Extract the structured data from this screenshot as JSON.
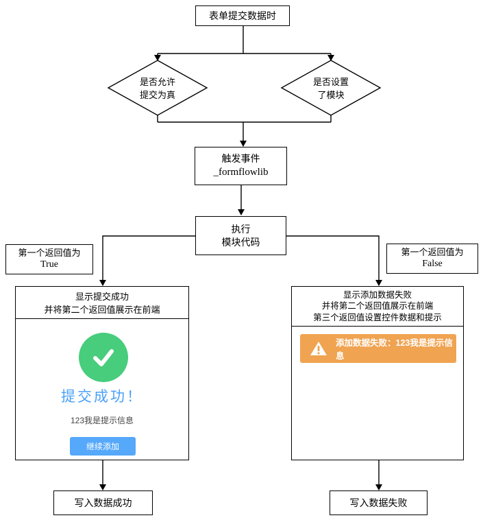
{
  "palette": {
    "line_color": "#000000",
    "success_green": "#47cd7c",
    "title_blue": "#4aa0f8",
    "button_blue": "#55a8fa",
    "warning_orange": "#f0a351",
    "muted_text": "#444444"
  },
  "flow": {
    "start": "表单提交数据时",
    "decision_left": {
      "line1": "是否允许",
      "line2": "提交为真"
    },
    "decision_right": {
      "line1": "是否设置",
      "line2": "了模块"
    },
    "trigger": {
      "line1": "触发事件",
      "line2": "_formflowlib"
    },
    "execute": {
      "line1": "执行",
      "line2": "模块代码"
    },
    "label_true": {
      "line1": "第一个返回值为",
      "line2": "True"
    },
    "label_false": {
      "line1": "第一个返回值为",
      "line2": "False"
    },
    "success_box": {
      "header_line1": "显示提交成功",
      "header_line2": "并将第二个返回值展示在前端",
      "dialog_title": "提交成功！",
      "dialog_message": "123我是提示信息",
      "button_label": "继续添加"
    },
    "fail_box": {
      "header_line1": "显示添加数据失败",
      "header_line2": "并将第二个返回值展示在前端",
      "header_line3": "第三个返回值设置控件数据和提示",
      "alert_text": "添加数据失败：123我是提示信息"
    },
    "end_success": "写入数据成功",
    "end_fail": "写入数据失败"
  },
  "icons": {
    "check": "check-icon",
    "warning": "warning-triangle-icon"
  }
}
